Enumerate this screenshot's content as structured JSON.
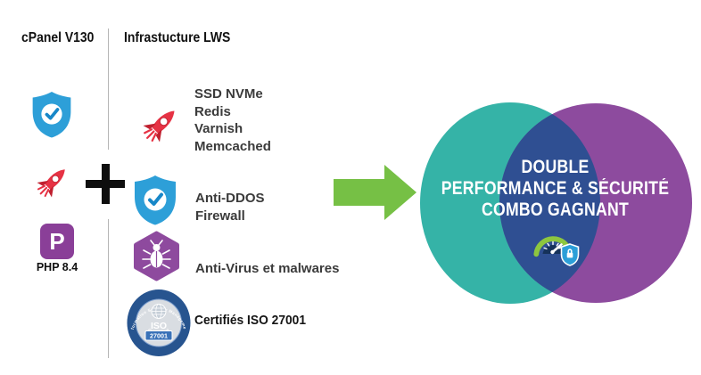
{
  "left_column": {
    "header": "cPanel V130",
    "php_letter": "P",
    "php_label": "PHP 8.4"
  },
  "middle_column": {
    "header": "Infrastucture LWS",
    "row1_lines": [
      "SSD NVMe",
      "Redis",
      "Varnish",
      "Memcached"
    ],
    "row2_lines": [
      "Anti-DDOS",
      "Firewall"
    ],
    "row3_line": "Anti-Virus et malwares",
    "row4_line": "Certifiés ISO 27001"
  },
  "iso_badge": {
    "arc_top": "Information Security Management",
    "label_iso": "ISO",
    "label_number": "27001",
    "arc_bottom": "Certified"
  },
  "venn": {
    "line1": "DOUBLE",
    "line2": "PERFORMANCE & SÉCURITÉ",
    "line3": "COMBO GAGNANT"
  },
  "icons": {
    "left_column": [
      "shield-check-icon",
      "rocket-icon",
      "php-icon"
    ],
    "middle_column": [
      "rocket-icon",
      "shield-check-icon",
      "bug-hexagon-icon",
      "iso-27001-badge-icon"
    ],
    "operators": [
      "plus-icon",
      "arrow-right-icon"
    ],
    "venn_center": "speedometer-lock-icon"
  },
  "colors": {
    "shield_blue": "#2d9fd8",
    "check_blue": "#1787c8",
    "rocket_red": "#e63244",
    "rocket_dark_red": "#c0202f",
    "php_purple": "#8a3f98",
    "hex_purple": "#8e4a9e",
    "arrow_green": "#76c045",
    "venn_teal": "#35b3a7",
    "venn_purple": "#8d4b9e",
    "venn_overlap": "#2f4f92",
    "gauge_green": "#8dc63f",
    "gauge_navy": "#16325a",
    "badge_blue": "#27548f",
    "badge_gray": "#d9dde2",
    "badge_number_blue": "#3a72b8"
  }
}
